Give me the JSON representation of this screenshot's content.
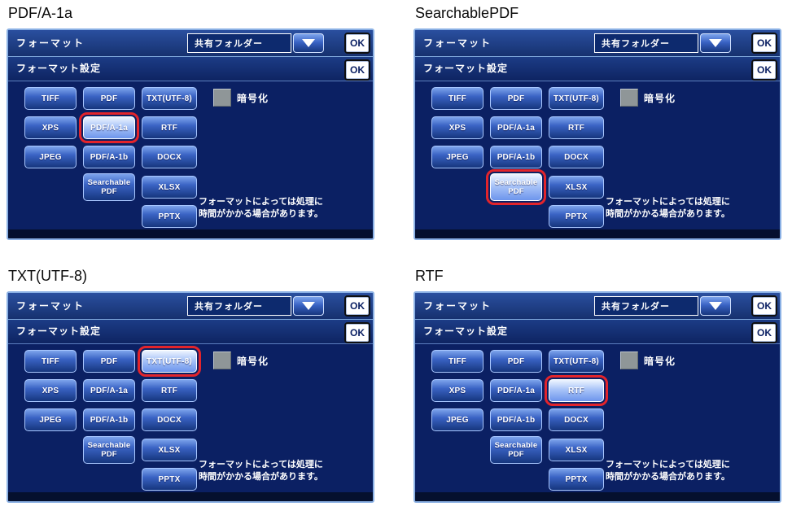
{
  "screen": {
    "header_title": "フォーマット",
    "dropdown_value": "共有フォルダー",
    "ok_label": "OK",
    "subheader_title": "フォーマット設定",
    "encryption_label": "暗号化",
    "note_line1": "フォーマットによっては処理に",
    "note_line2": "時間がかかる場合があります。",
    "formats": {
      "TIFF": "TIFF",
      "PDF": "PDF",
      "TXT_UTF8": "TXT(UTF-8)",
      "XPS": "XPS",
      "PDFA1A": "PDF/A-1a",
      "RTF": "RTF",
      "JPEG": "JPEG",
      "PDFA1B": "PDF/A-1b",
      "DOCX": "DOCX",
      "SEARCHABLE_LINE1": "Searchable",
      "SEARCHABLE_LINE2": "PDF",
      "XLSX": "XLSX",
      "PPTX": "PPTX"
    },
    "colors": {
      "highlight_box": "#e3242b",
      "panel_background": "#0b2063",
      "panel_border": "#8ab0e4"
    }
  },
  "panels": [
    {
      "caption": "PDF/A-1a",
      "selected_key": "PDFA1A"
    },
    {
      "caption": "SearchablePDF",
      "selected_key": "SEARCHABLE"
    },
    {
      "caption": "TXT(UTF-8)",
      "selected_key": "TXT_UTF8"
    },
    {
      "caption": "RTF",
      "selected_key": "RTF"
    }
  ]
}
